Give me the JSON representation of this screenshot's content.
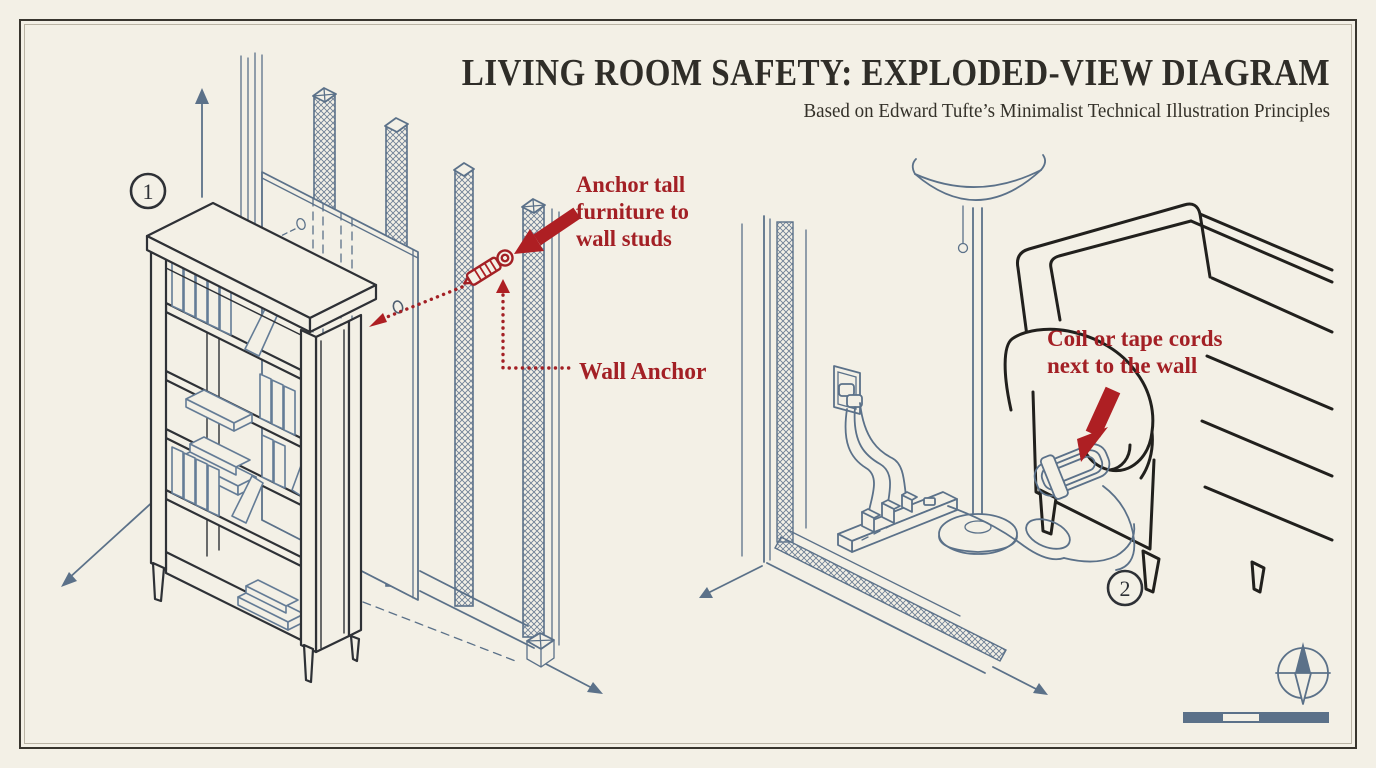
{
  "theme": {
    "paper": "#f3f0e6",
    "frame": "#38352e",
    "frame_inner": "#bab4a5",
    "ink": "#2e3136",
    "ink_text": "#2f2d28",
    "slate": "#5b7189",
    "slate_light": "#647c96",
    "chair_ink": "#21201d",
    "accent_red": "#a32025",
    "arrow_red": "#ae1f23"
  },
  "header": {
    "title": "LIVING ROOM SAFETY: EXPLODED-VIEW DIAGRAM",
    "subtitle": "Based on Edward Tufte’s Minimalist Technical Illustration Principles"
  },
  "figures": {
    "bookshelf": {
      "number": "1",
      "callout_anchor_lines": [
        "Anchor tall",
        "furniture to",
        "wall studs"
      ],
      "callout_wall_anchor": "Wall Anchor"
    },
    "livingroom": {
      "number": "2",
      "callout_cords_lines": [
        "Coil or tape cords",
        "next to the wall"
      ]
    }
  },
  "legend": {
    "compass_icon": "compass-rose-icon",
    "scale_bar_icon": "scale-bar"
  }
}
